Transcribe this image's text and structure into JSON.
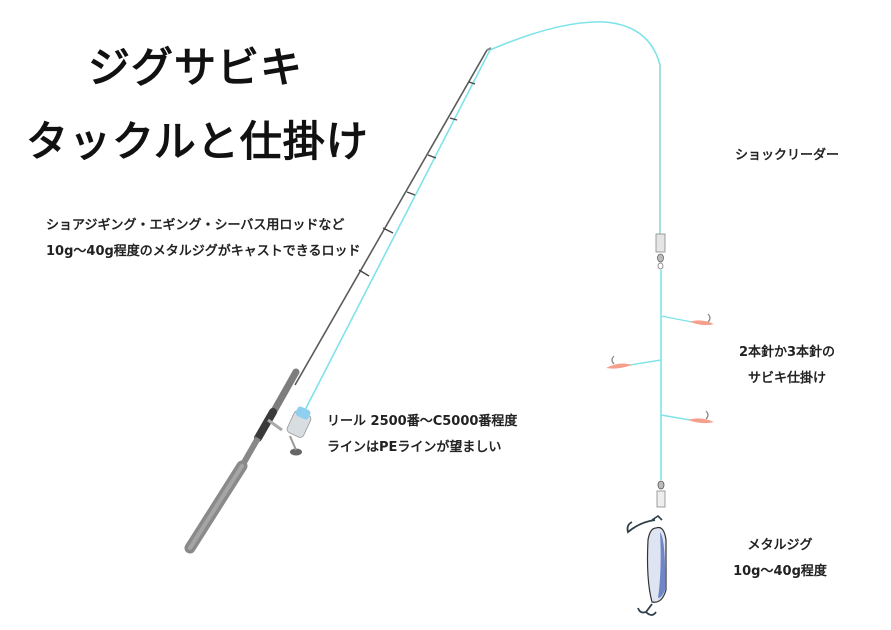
{
  "title": {
    "line1": "ジグサビキ",
    "line2": "タックルと仕掛け"
  },
  "labels": {
    "rod": {
      "line1": "ショアジギング・エギング・シーバス用ロッドなど",
      "line2": "10g〜40g程度のメタルジグがキャストできるロッド"
    },
    "reel": {
      "line1": "リール 2500番〜C5000番程度",
      "line2": "ラインはPEラインが望ましい"
    },
    "shock_leader": {
      "line1": "ショックリーダー"
    },
    "sabiki": {
      "line1": "2本針か3本針の",
      "line2": "サビキ仕掛け"
    },
    "metal_jig": {
      "line1": "メタルジグ",
      "line2": "10g〜40g程度"
    }
  },
  "colors": {
    "line": "#7fe3ea",
    "leader": "#8fd8d0",
    "rod": "#555555",
    "grip": "#8a8a8a",
    "lure_skirt": "#f4a08c",
    "jig_blue": "#6f86c8",
    "hook": "#2f3f4a"
  }
}
